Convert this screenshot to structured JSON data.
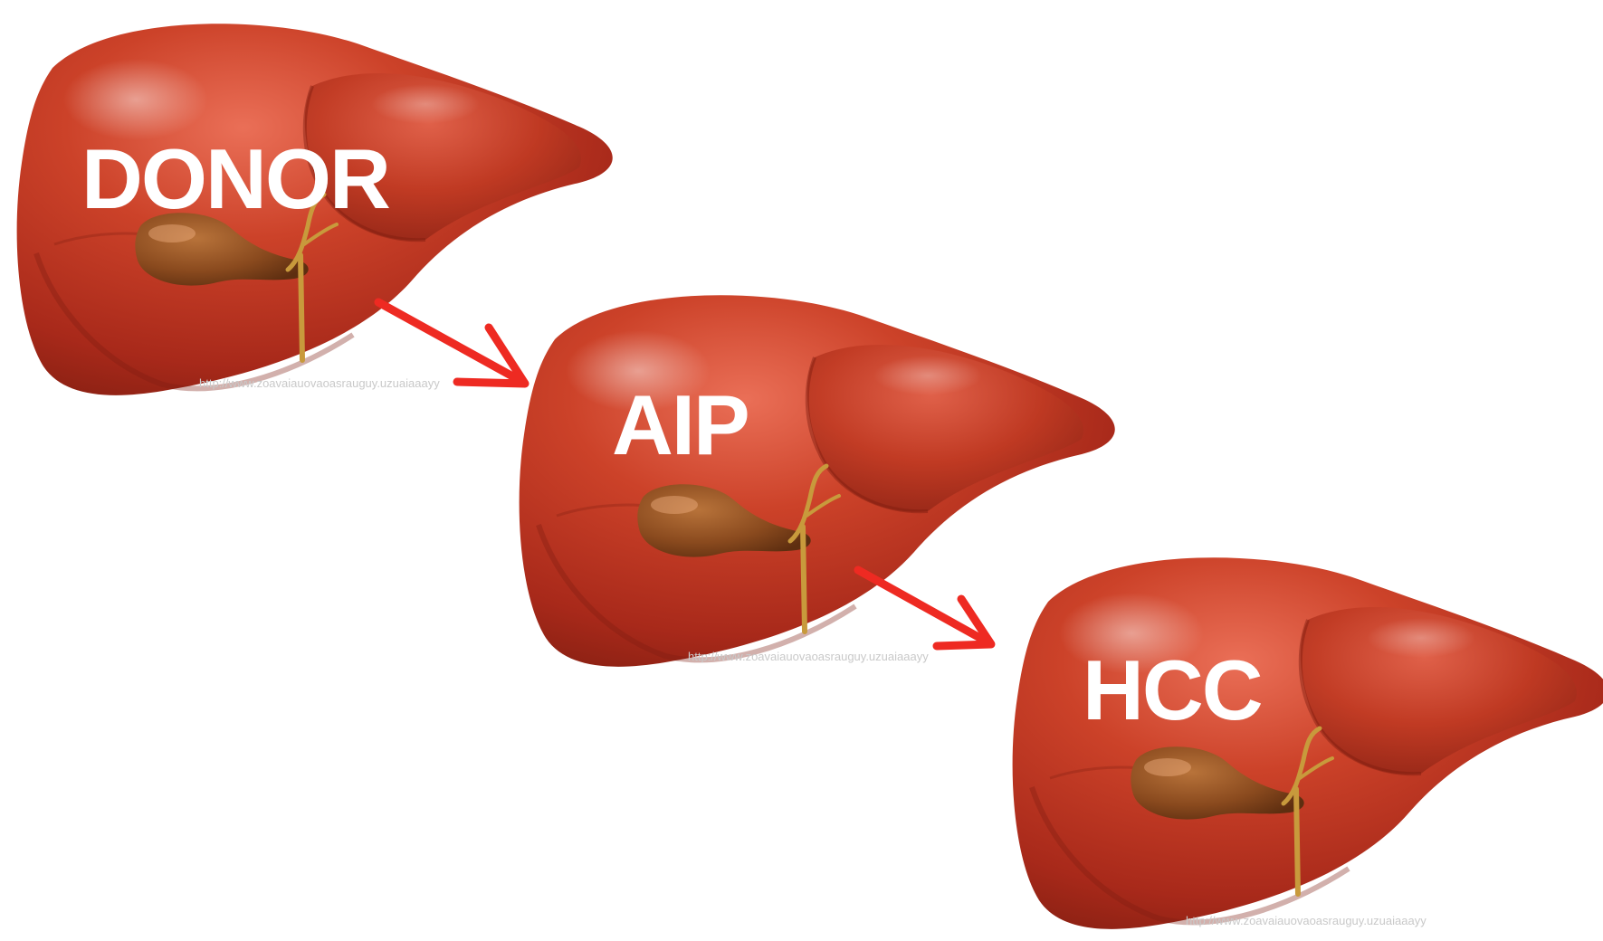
{
  "diagram": {
    "stages": [
      {
        "label": "DONOR"
      },
      {
        "label": "AIP"
      },
      {
        "label": "HCC"
      }
    ],
    "arrows": [
      {
        "from": "DONOR",
        "to": "AIP"
      },
      {
        "from": "AIP",
        "to": "HCC"
      }
    ],
    "colors": {
      "liver_base": "#b8311c",
      "liver_light": "#e0604a",
      "liver_dark": "#7e1d10",
      "gallbladder": "#8a4a1e",
      "bile_duct": "#c89a3c",
      "arrow": "#ee2a22",
      "label": "#ffffff"
    }
  }
}
